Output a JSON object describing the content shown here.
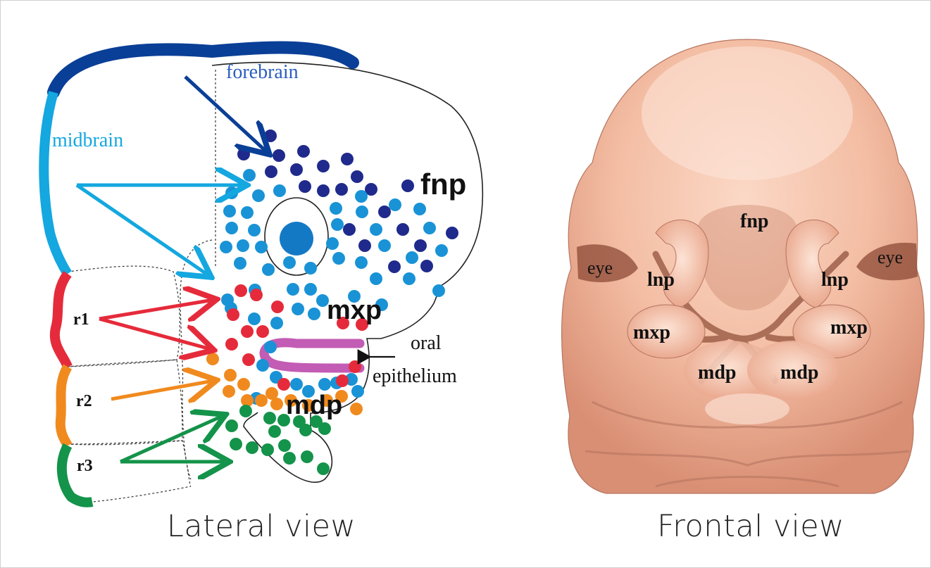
{
  "lateral_view": {
    "caption": "Lateral view",
    "labels": {
      "forebrain": "forebrain",
      "midbrain": "midbrain",
      "fnp": "fnp",
      "mxp": "mxp",
      "mdp": "mdp",
      "oral": "oral",
      "epithelium": "epithelium",
      "r1": "r1",
      "r2": "r2",
      "r3": "r3"
    },
    "colors": {
      "forebrain": "#0a3f97",
      "forebrain_dots": "#1f2a8c",
      "midbrain": "#14a7e0",
      "midbrain_dots": "#1993d6",
      "r1": "#e52b3b",
      "r2": "#f08a1e",
      "r3": "#14934a",
      "oral_epithelium": "#c35cb4",
      "eye_fill": "#1479c5"
    }
  },
  "frontal_view": {
    "caption": "Frontal view",
    "labels": {
      "fnp": "fnp",
      "eye_left": "eye",
      "eye_right": "eye",
      "lnp_left": "lnp",
      "lnp_right": "lnp",
      "mxp_left": "mxp",
      "mxp_right": "mxp",
      "mdp_left": "mdp",
      "mdp_right": "mdp"
    },
    "colors": {
      "skin": "#f0b79e",
      "shadow": "#8c4a35"
    }
  }
}
